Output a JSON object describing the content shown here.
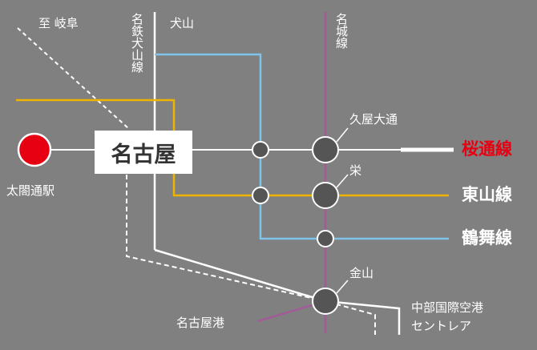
{
  "labels": {
    "gifu": "至 岐阜",
    "meitetsu_inuyama": "名鉄犬山線",
    "inuyama": "犬山",
    "meijo": "名城線",
    "hisaya_odori": "久屋大通",
    "sakae": "栄",
    "kanayama": "金山",
    "taiko_dori": "太閤通駅",
    "nagoya": "名古屋",
    "nagoyako": "名古屋港",
    "centrair_line1": "中部国際空港",
    "centrair_line2": "セントレア",
    "sakura_dori": "桜通線",
    "higashiyama": "東山線",
    "tsurumai": "鶴舞線"
  },
  "colors": {
    "background": "#808080",
    "sakura_dori_line": "#ffffff",
    "sakura_dori_label": "#e60012",
    "higashiyama_line": "#f0b400",
    "tsurumai_line": "#7fc3ea",
    "meijo_line": "#a15b96",
    "meitetsu_line": "#ffffff",
    "station_dot": "#555555",
    "taiko_dori_marker": "#e60012"
  }
}
